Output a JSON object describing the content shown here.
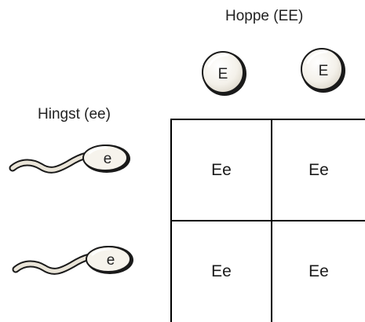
{
  "mother": {
    "label": "Hoppe (EE)",
    "alleles": [
      "E",
      "E"
    ]
  },
  "father": {
    "label": "Hingst (ee)",
    "alleles": [
      "e",
      "e"
    ]
  },
  "punnett": {
    "cells": [
      [
        "Ee",
        "Ee"
      ],
      [
        "Ee",
        "Ee"
      ]
    ]
  }
}
